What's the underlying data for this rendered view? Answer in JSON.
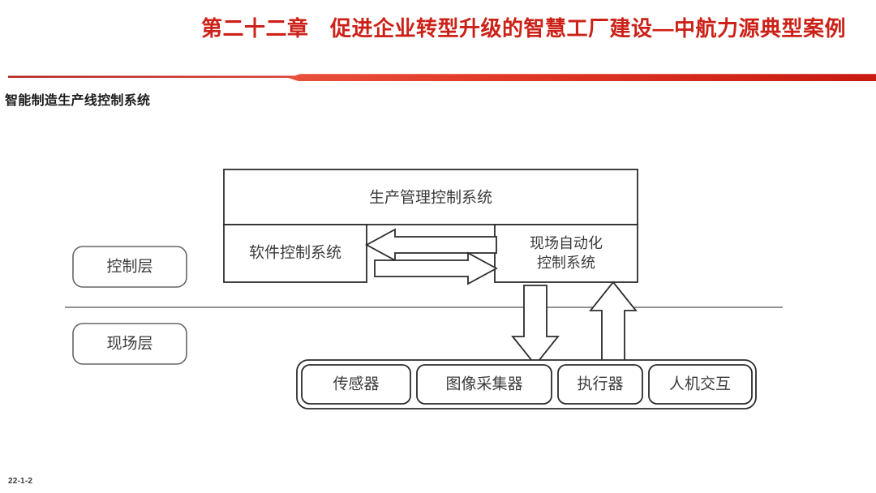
{
  "slide": {
    "title": "第二十二章　促进企业转型升级的智慧工厂建设—中航力源典型案例",
    "subtitle": "智能制造生产线控制系统",
    "page_number": "22-1-2",
    "accent_color": "#CC2118",
    "line_color": "#595959"
  },
  "diagram": {
    "top_box_label": "生产管理控制系统",
    "left_box_label": "软件控制系统",
    "right_box_label_line1": "现场自动化",
    "right_box_label_line2": "控制系统",
    "layers": [
      {
        "id": "control-layer",
        "label": "控制层"
      },
      {
        "id": "field-layer",
        "label": "现场层"
      }
    ],
    "field_devices": [
      {
        "id": "sensor",
        "label": "传感器"
      },
      {
        "id": "image-collector",
        "label": "图像采集器"
      },
      {
        "id": "actuator",
        "label": "执行器"
      },
      {
        "id": "human-machine-interface",
        "label": "人机交互"
      }
    ],
    "arrows": [
      {
        "id": "right-to-left-arrow",
        "direction": "left"
      },
      {
        "id": "left-to-right-arrow",
        "direction": "right"
      },
      {
        "id": "control-to-field-arrow",
        "direction": "down"
      },
      {
        "id": "field-to-control-arrow",
        "direction": "up"
      }
    ]
  }
}
